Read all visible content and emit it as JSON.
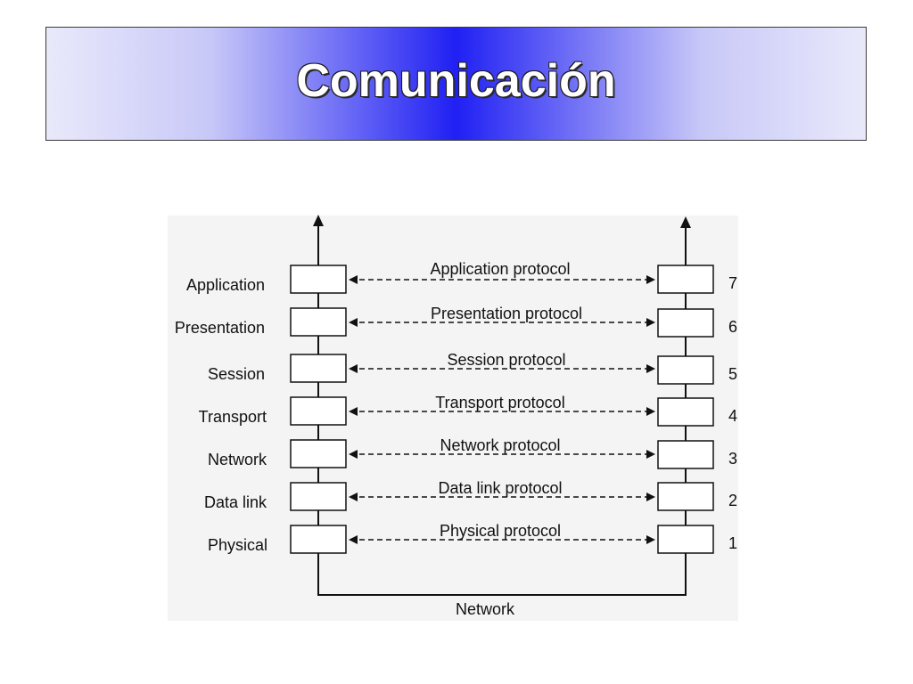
{
  "title": "Comunicación",
  "layers": [
    {
      "name": "Application",
      "number": "7",
      "protocol": "Application protocol"
    },
    {
      "name": "Presentation",
      "number": "6",
      "protocol": "Presentation protocol"
    },
    {
      "name": "Session",
      "number": "5",
      "protocol": "Session protocol"
    },
    {
      "name": "Transport",
      "number": "4",
      "protocol": "Transport protocol"
    },
    {
      "name": "Network",
      "number": "3",
      "protocol": "Network protocol"
    },
    {
      "name": "Data link",
      "number": "2",
      "protocol": "Data link protocol"
    },
    {
      "name": "Physical",
      "number": "1",
      "protocol": "Physical protocol"
    }
  ],
  "bottom_label": "Network"
}
